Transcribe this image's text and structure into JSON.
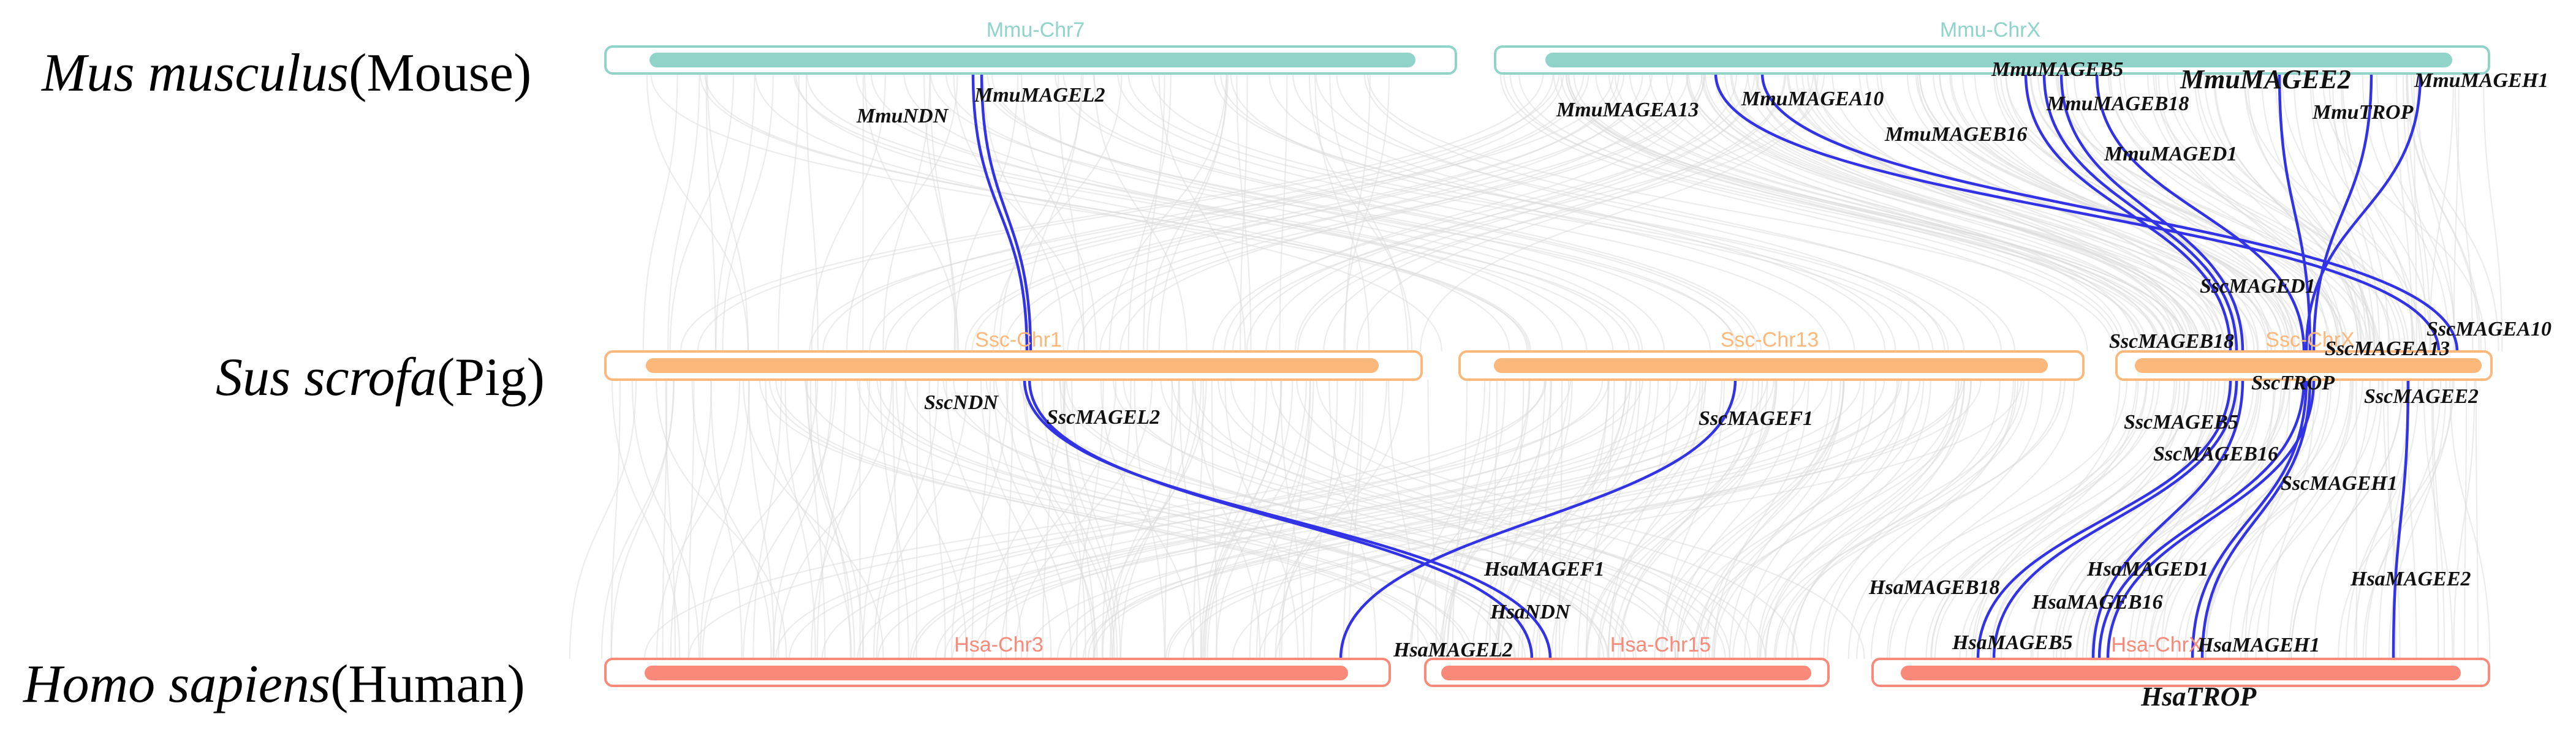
{
  "colors": {
    "mouse": "#8fd3c9",
    "pig": "#fbb87a",
    "human": "#f98a7a",
    "link": "#3333e6",
    "background_link": "#d8d8d8",
    "gene_text": "#111111"
  },
  "species": {
    "mouse": {
      "name": "Mus musculus",
      "common": "(Mouse)"
    },
    "pig": {
      "name": "Sus scrofa",
      "common": "(Pig)"
    },
    "human": {
      "name": "Homo  sapiens",
      "common": "(Human)"
    }
  },
  "chromosomes": {
    "mouse": [
      "Mmu-Chr7",
      "Mmu-ChrX"
    ],
    "pig": [
      "Ssc-Chr1",
      "Ssc-Chr13",
      "Ssc-ChrX"
    ],
    "human": [
      "Hsa-Chr3",
      "Hsa-Chr15",
      "Hsa-ChrX"
    ]
  },
  "genes": {
    "mouse": [
      "MmuNDN",
      "MmuMAGEL2",
      "MmuMAGEA13",
      "MmuMAGEA10",
      "MmuMAGEB5",
      "MmuMAGEB18",
      "MmuMAGEB16",
      "MmuMAGEE2",
      "MmuMAGED1",
      "MmuTROP",
      "MmuMAGEH1"
    ],
    "pig": [
      "SscMAGED1",
      "SscMAGEA10",
      "SscMAGEB18",
      "SscMAGEA13",
      "SscTROP",
      "SscMAGEE2",
      "SscNDN",
      "SscMAGEL2",
      "SscMAGEF1",
      "SscMAGEB5",
      "SscMAGEB16",
      "SscMAGEH1"
    ],
    "human": [
      "HsaMAGEF1",
      "HsaNDN",
      "HsaMAGEL2",
      "HsaMAGEB18",
      "HsaMAGED1",
      "HsaMAGEB16",
      "HsaMAGEE2",
      "HsaMAGEB5",
      "HsaMAGEH1",
      "HsaTROP"
    ]
  }
}
